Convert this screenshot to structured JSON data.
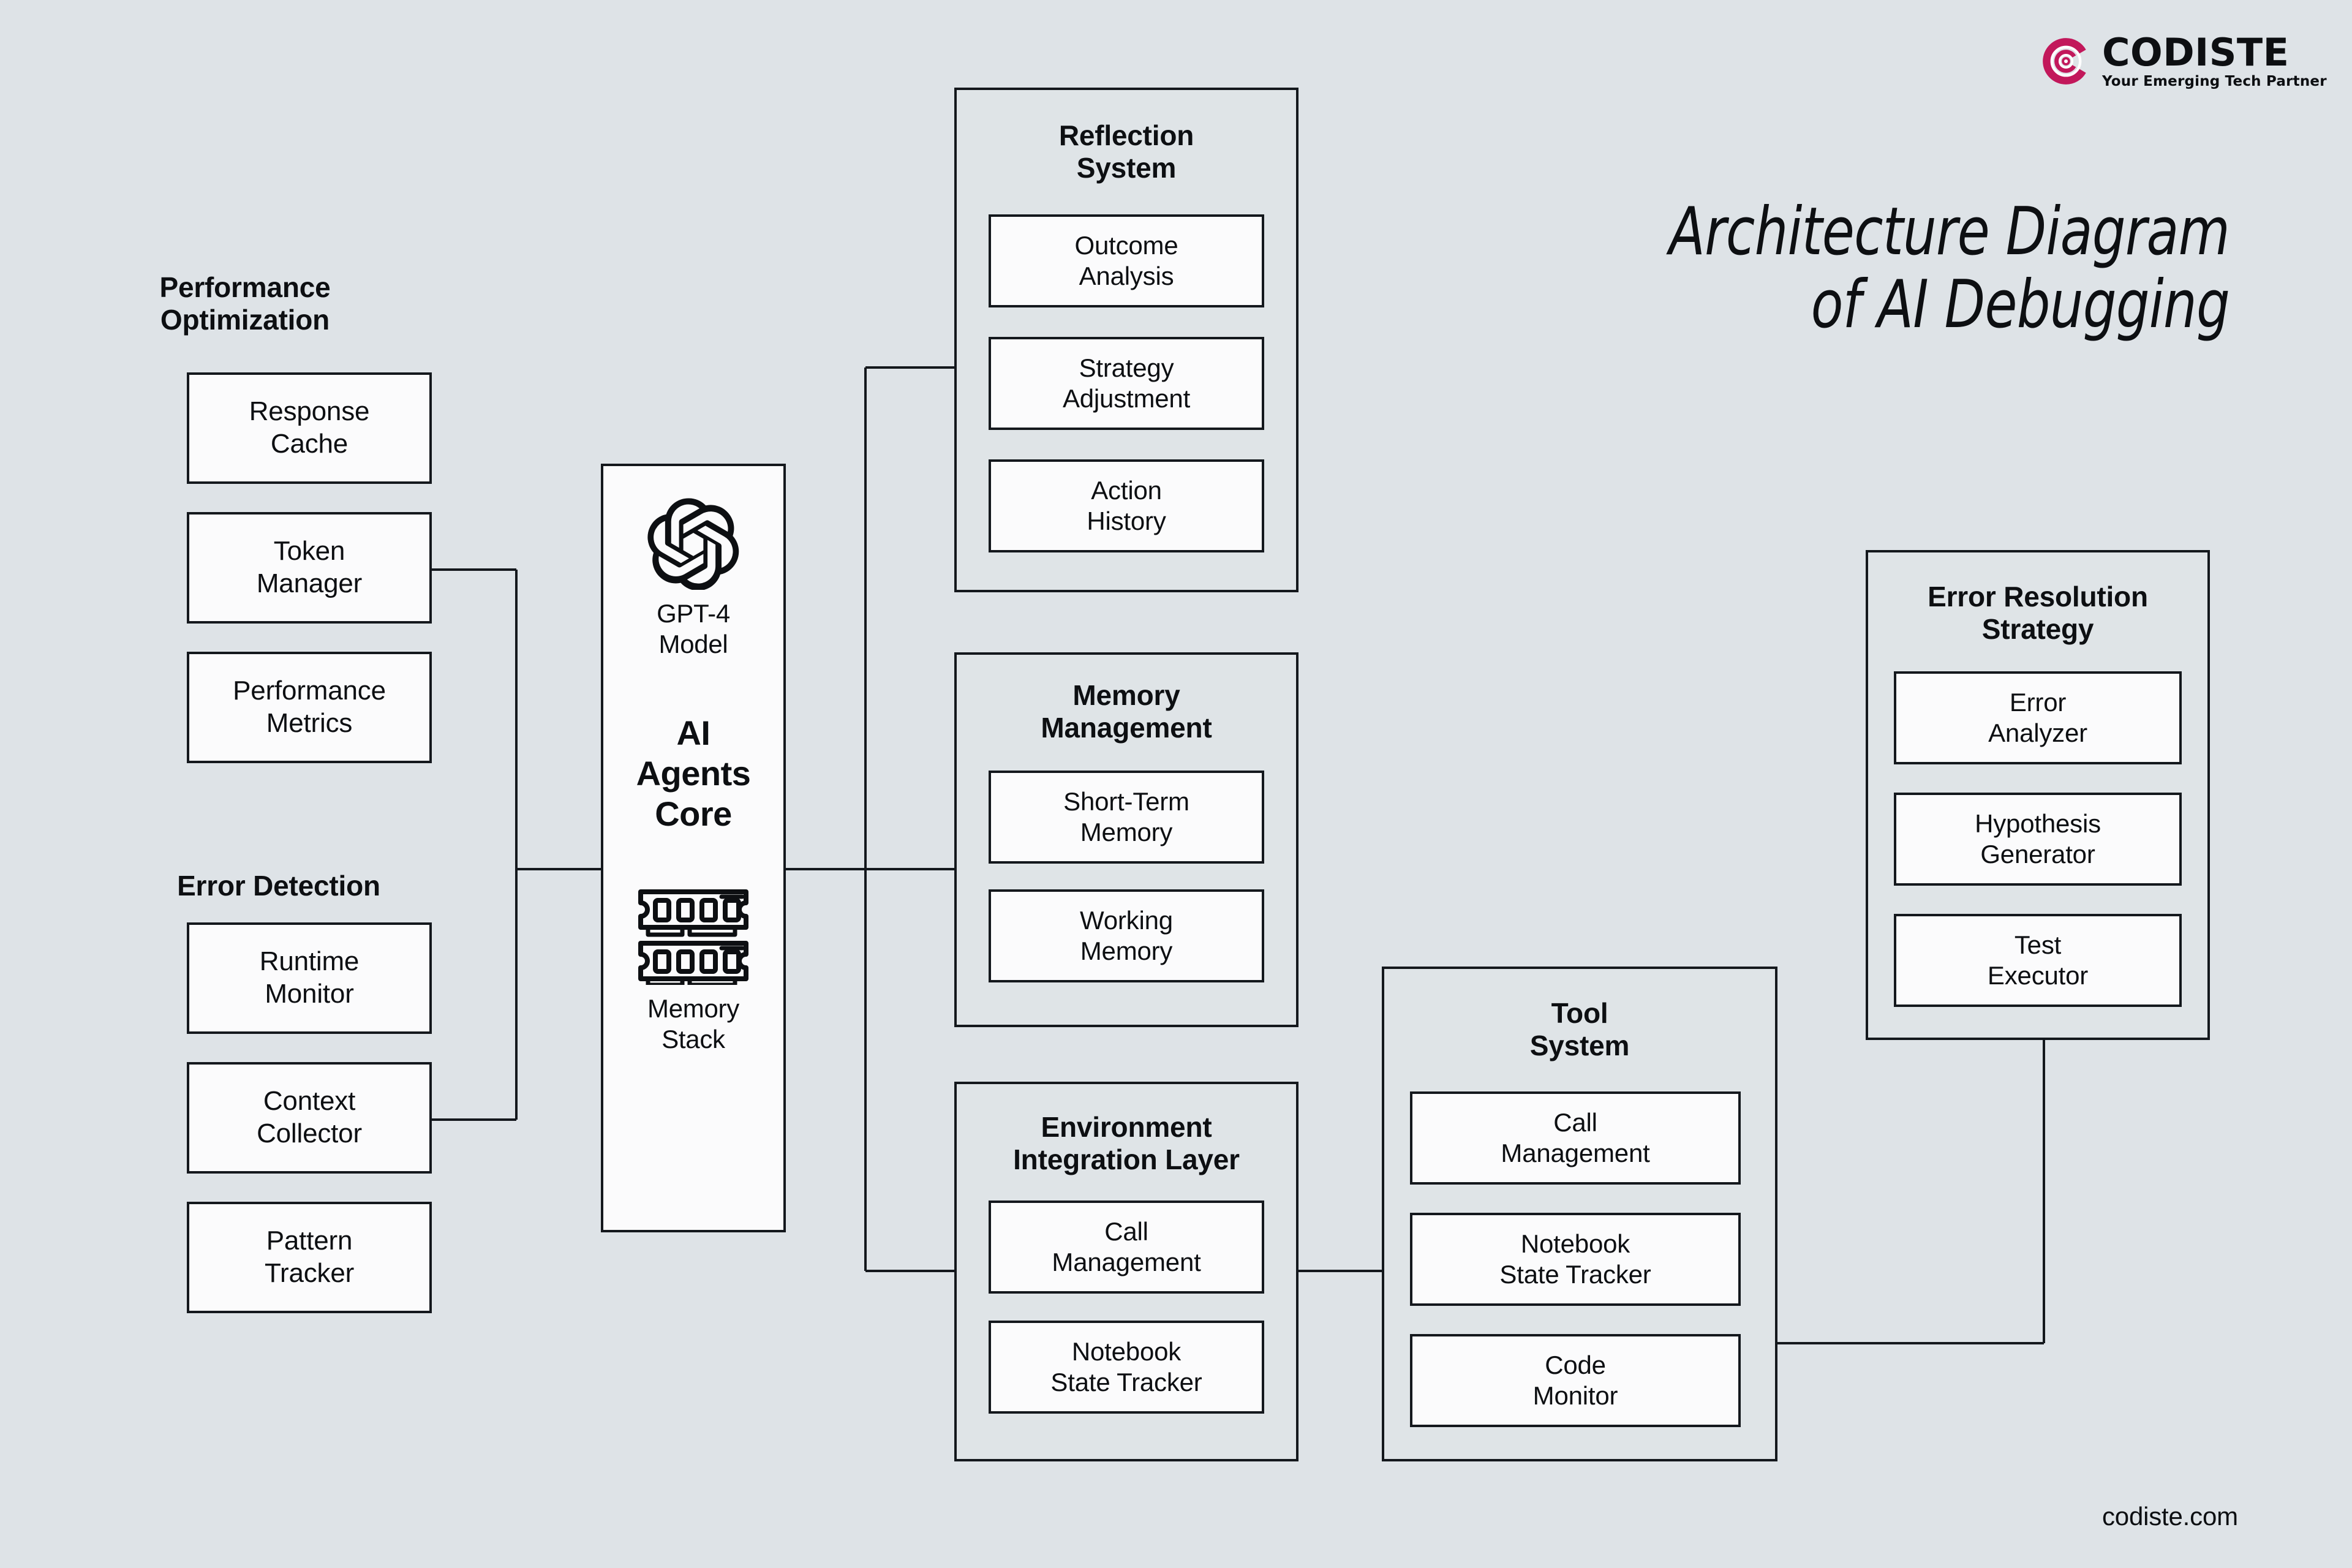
{
  "meta": {
    "background_color": "#dee3e7",
    "line_color": "#14181d",
    "node_fill": "#fbfbfc",
    "brand_color": "#c2185b"
  },
  "header": {
    "title_line1": "Architecture Diagram",
    "title_line2": "of AI Debugging",
    "logo_word": "CODISTE",
    "logo_tagline": "Your Emerging Tech Partner",
    "logo_icon": "codiste-target-c-icon"
  },
  "footer": {
    "website": "codiste.com"
  },
  "core": {
    "model_icon": "openai-knot-icon",
    "model_label": "GPT-4\nModel",
    "core_label": "AI\nAgents\nCore",
    "memory_icon": "ram-stack-icon",
    "memory_label": "Memory\nStack"
  },
  "groups": [
    {
      "id": "performance-optimization",
      "title": "Performance\nOptimization",
      "boxed": false,
      "nodes": [
        "Response\nCache",
        "Token\nManager",
        "Performance\nMetrics"
      ]
    },
    {
      "id": "error-detection",
      "title": "Error Detection",
      "boxed": false,
      "nodes": [
        "Runtime\nMonitor",
        "Context\nCollector",
        "Pattern\nTracker"
      ]
    },
    {
      "id": "reflection-system",
      "title": "Reflection\nSystem",
      "boxed": true,
      "nodes": [
        "Outcome\nAnalysis",
        "Strategy\nAdjustment",
        "Action\nHistory"
      ]
    },
    {
      "id": "memory-management",
      "title": "Memory\nManagement",
      "boxed": true,
      "nodes": [
        "Short-Term\nMemory",
        "Working\nMemory"
      ]
    },
    {
      "id": "environment-integration-layer",
      "title": "Environment\nIntegration Layer",
      "boxed": true,
      "nodes": [
        "Call\nManagement",
        "Notebook\nState Tracker"
      ]
    },
    {
      "id": "tool-system",
      "title": "Tool\nSystem",
      "boxed": true,
      "nodes": [
        "Call\nManagement",
        "Notebook\nState Tracker",
        "Code\nMonitor"
      ]
    },
    {
      "id": "error-resolution-strategy",
      "title": "Error Resolution\nStrategy",
      "boxed": true,
      "nodes": [
        "Error\nAnalyzer",
        "Hypothesis\nGenerator",
        "Test\nExecutor"
      ]
    }
  ]
}
